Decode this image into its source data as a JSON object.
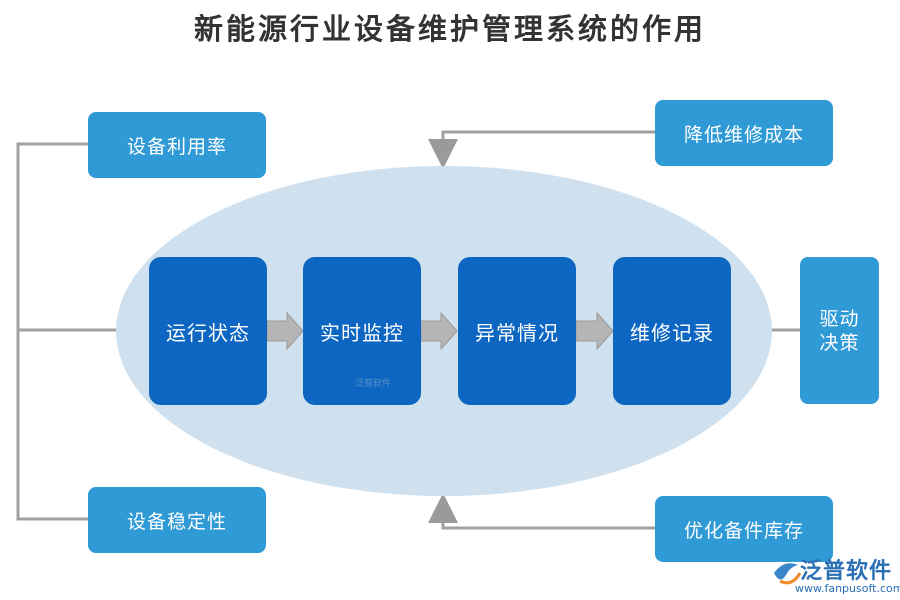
{
  "title": "新能源行业设备维护管理系统的作用",
  "left_top": "设备利用率",
  "left_bottom": "设备稳定性",
  "right_top": "降低维修成本",
  "right_bottom": "优化备件库存",
  "right_mid": [
    "驱动",
    "决策"
  ],
  "flow": [
    "运行状态",
    "实时监控",
    "异常情况",
    "维修记录"
  ],
  "watermark": "泛普软件",
  "logo": {
    "name": "泛普软件",
    "url": "www.fanpusoft.com"
  },
  "colors": {
    "light_box": "#2f9ad6",
    "dark_box": "#0d66c2",
    "ellipse": "#cfe0ee",
    "connector": "#9a9a9a"
  }
}
